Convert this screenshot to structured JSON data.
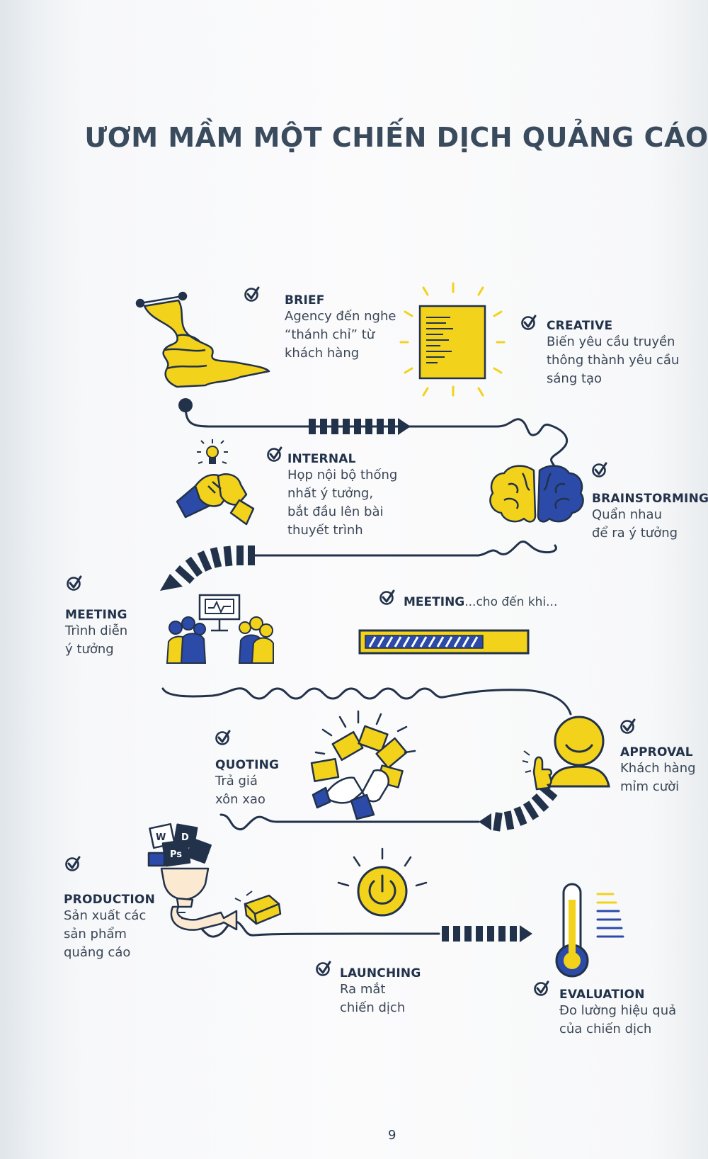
{
  "title": "ƯƠM MẦM MỘT CHIẾN DỊCH QUẢNG CÁO",
  "steps": {
    "brief": {
      "heading": "BRIEF",
      "text": "Agency đến nghe\n“thánh chỉ” từ\nkhách hàng"
    },
    "creative": {
      "heading": "CREATIVE",
      "text": "Biến yêu cầu truyền\nthông thành yêu cầu\nsáng tạo"
    },
    "internal": {
      "heading": "INTERNAL",
      "text": "Họp nội bộ thống\nnhất ý tưởng,\nbắt đầu lên bài\nthuyết trình"
    },
    "brainstorming": {
      "heading": "BRAINSTORMING",
      "text": "Quẩn nhau\nđể ra ý tưởng"
    },
    "meeting": {
      "heading": "MEETING",
      "text": "Trình diễn\ný tưởng"
    },
    "meeting_until": {
      "heading": "MEETING",
      "text": "...cho đến khi..."
    },
    "approval": {
      "heading": "APPROVAL",
      "text": "Khách hàng\nmỉm cười"
    },
    "quoting": {
      "heading": "QUOTING",
      "text": "Trả giá\nxôn xao"
    },
    "production": {
      "heading": "PRODUCTION",
      "text": "Sản xuất các\nsản phẩm\nquảng cáo"
    },
    "launching": {
      "heading": "LAUNCHING",
      "text": "Ra mắt\nchiến dịch"
    },
    "evaluation": {
      "heading": "EVALUATION",
      "text": "Đo lường hiệu quả\ncủa chiến dịch"
    }
  },
  "page_number": "9",
  "colors": {
    "yellow": "#f2d21a",
    "navy": "#2a3a70",
    "blue": "#2c4aa8",
    "text": "#22324a"
  },
  "icons": [
    "scroll-icon",
    "document-icon",
    "lightbulb-icon",
    "handshake-icon",
    "brain-icon",
    "presentation-icon",
    "progress-bar-icon",
    "smiley-thumbs-up-icon",
    "money-hands-icon",
    "software-funnel-icon",
    "power-button-icon",
    "thermometer-icon",
    "checkmark-icon"
  ]
}
